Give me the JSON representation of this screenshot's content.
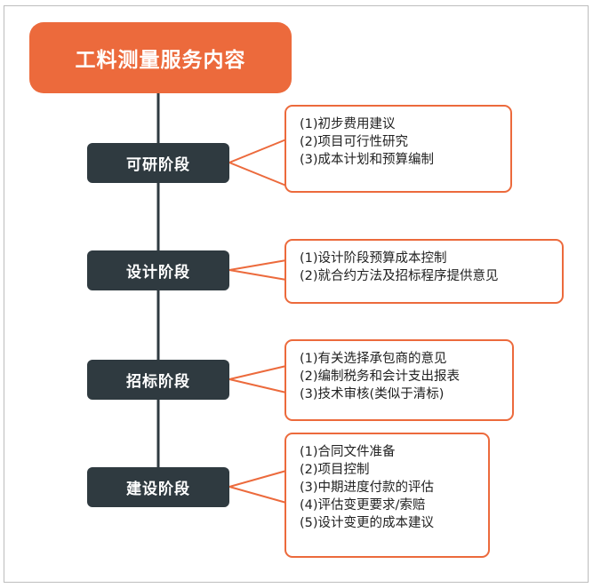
{
  "title": "工料测量服务内容",
  "stages": [
    {
      "label": "可研阶段",
      "items": [
        "(1)初步费用建议",
        "(2)项目可行性研究",
        "(3)成本计划和预算编制"
      ]
    },
    {
      "label": "设计阶段",
      "items": [
        "(1)设计阶段预算成本控制",
        "(2)就合约方法及招标程序提供意见"
      ]
    },
    {
      "label": "招标阶段",
      "items": [
        "(1)有关选择承包商的意见",
        "(2)编制税务和会计支出报表",
        "(3)技术审核(类似于清标)"
      ]
    },
    {
      "label": "建设阶段",
      "items": [
        "(1)合同文件准备",
        "(2)项目控制",
        "(3)中期进度付款的评估",
        "(4)评估变更要求/索赔",
        "(5)设计变更的成本建议"
      ]
    }
  ],
  "colors": {
    "accent": "#ec6a3c",
    "stage_bg": "#2f3a40",
    "line": "#2f3a40"
  }
}
